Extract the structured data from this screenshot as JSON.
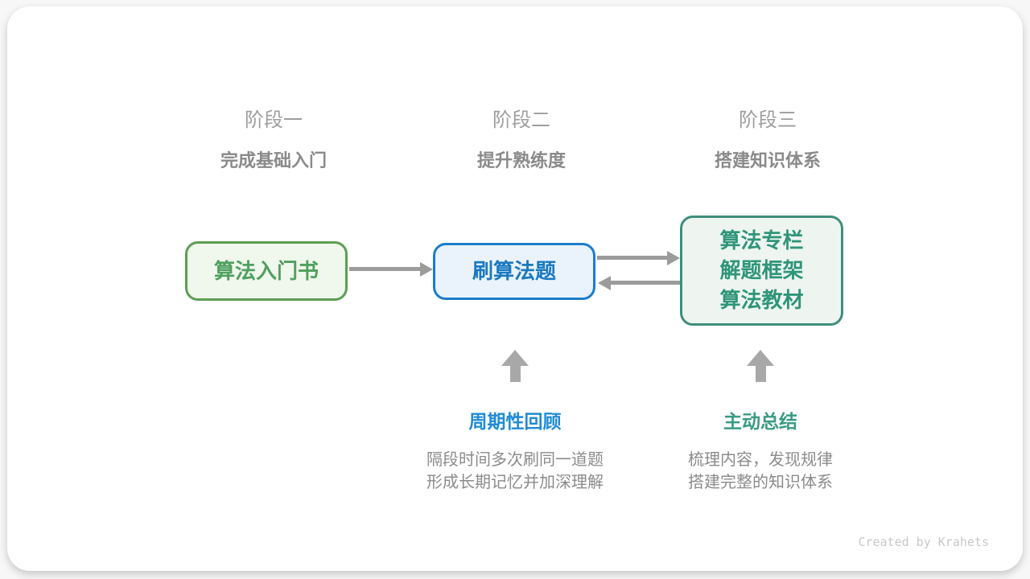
{
  "stages": [
    {
      "label": "阶段一",
      "title": "完成基础入门"
    },
    {
      "label": "阶段二",
      "title": "提升熟练度"
    },
    {
      "label": "阶段三",
      "title": "搭建知识体系"
    }
  ],
  "nodes": [
    {
      "lines": [
        "算法入门书"
      ],
      "accent": "#5c9e54"
    },
    {
      "lines": [
        "刷算法题"
      ],
      "accent": "#1c7dca"
    },
    {
      "lines": [
        "算法专栏",
        "解题框架",
        "算法教材"
      ],
      "accent": "#3e8e7b"
    }
  ],
  "annotations": [
    {
      "title": "周期性回顾",
      "color": "#1e8bd4",
      "desc_lines": [
        "隔段时间多次刷同一道题",
        "形成长期记忆并加深理解"
      ]
    },
    {
      "title": "主动总结",
      "color": "#399b84",
      "desc_lines": [
        "梳理内容，发现规律",
        "搭建完整的知识体系"
      ]
    }
  ],
  "colors": {
    "arrow_gray": "#9b9b9b",
    "up_arrow_gray": "#a8a8a8",
    "stage_label_gray": "#9e9e9e",
    "stage_title_gray": "#8a8a8a",
    "desc_gray": "#8b8b8b"
  },
  "footer": {
    "credit": "Created by Krahets"
  }
}
